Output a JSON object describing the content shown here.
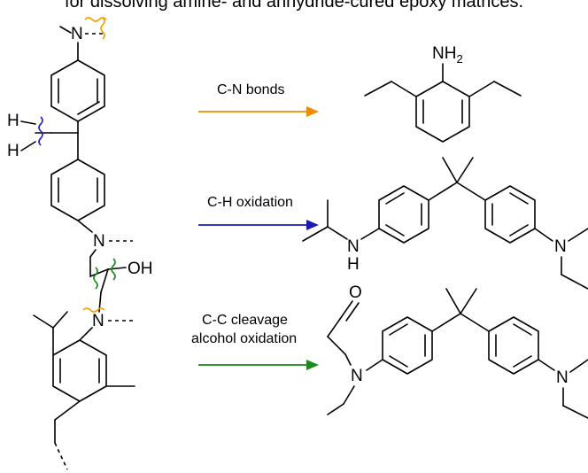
{
  "caption": "for dissolving amine- and anhydride-cured epoxy matrices.",
  "atoms": {
    "n_top": "N",
    "h_upper": "H",
    "h_lower": "H",
    "n_mid": "N",
    "oh": "OH",
    "n_bottom": "N",
    "nh2": "NH",
    "nh2_sub": "2",
    "nh_n": "N",
    "nh_h": "H",
    "n_right1": "N",
    "o_ald": "O",
    "n_prod3": "N",
    "n_right2": "N"
  },
  "reactions": [
    {
      "label": "C-N bonds",
      "color": "#f08c00"
    },
    {
      "label": "C-H oxidation",
      "color": "#1a1ab8"
    },
    {
      "label_line1": "C-C cleavage",
      "label_line2": "alcohol oxidation",
      "color": "#1c8a1c"
    }
  ],
  "colors": {
    "cn_wavy": "#f5a000",
    "ch_wavy": "#2020c0",
    "cc_wavy": "#1c8a1c"
  }
}
